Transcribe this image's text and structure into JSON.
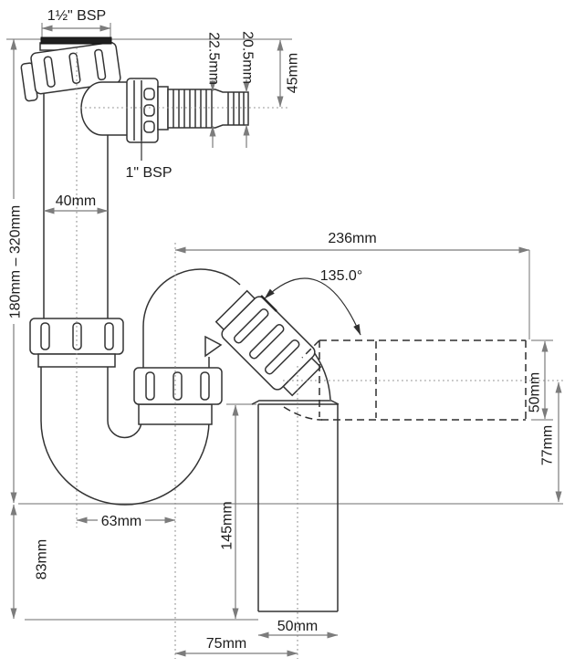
{
  "diagram": {
    "kind": "technical-drawing",
    "subject": "adjustable-height tubular P-trap with washing machine spigot and 135° swivel outlet",
    "colors": {
      "background": "#ffffff",
      "drawing_line": "#333333",
      "dimension_line": "#7c7c7c",
      "text": "#1c1c1c"
    },
    "labels": {
      "top_thread": "1½\" BSP",
      "spigot_thread": "1\" BSP",
      "barb_large_od": "22.5mm",
      "barb_small_od": "20.5mm",
      "spigot_height": "45mm",
      "inlet_pipe_od": "40mm",
      "height_range": "180mm – 320mm",
      "horizontal_reach": "236mm",
      "outlet_angle": "135.0°",
      "outlet_od": "50mm",
      "outlet_drop": "77mm",
      "trap_offset": "63mm",
      "base_height": "83mm",
      "tail_height": "145mm",
      "tail_od": "50mm",
      "tail_offset": "75mm"
    }
  }
}
